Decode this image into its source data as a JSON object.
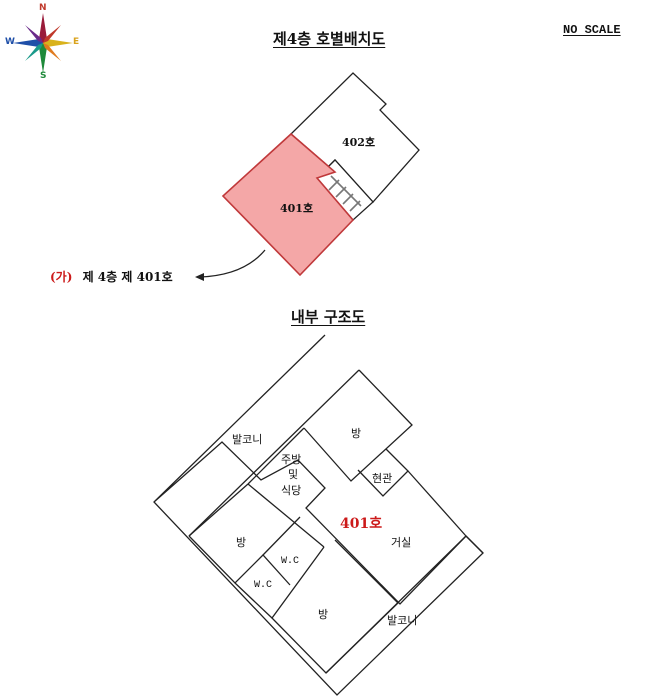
{
  "compass": {
    "north": "N",
    "south": "S",
    "east": "E",
    "west": "W"
  },
  "header": {
    "title": "제4층 호별배치도",
    "scale_note": "NO SCALE"
  },
  "floor_layout": {
    "units": [
      {
        "id": "402",
        "label": "402호",
        "highlighted": false
      },
      {
        "id": "401",
        "label": "401호",
        "highlighted": true,
        "fill": "#f4a7a7",
        "stroke": "#c0393b"
      }
    ],
    "callout": {
      "marker": "(가)",
      "text": "제 4층  제 401호",
      "marker_color": "#cc1a1a"
    }
  },
  "interior": {
    "title": "내부 구조도",
    "unit_label": "401호",
    "unit_label_color": "#cc1a1a",
    "rooms": {
      "balcony_top": "발코니",
      "room_top": "방",
      "kitchen_line1": "주방",
      "kitchen_line2": "및",
      "kitchen_line3": "식당",
      "entrance": "현관",
      "living": "거실",
      "room_left": "방",
      "wc1": "W.C",
      "wc2": "W.C",
      "room_bottom": "방",
      "balcony_bottom": "발코니"
    }
  }
}
